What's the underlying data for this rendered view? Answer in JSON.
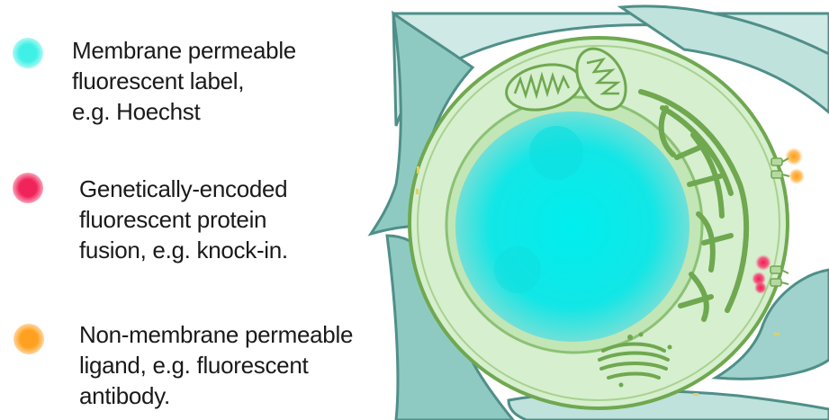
{
  "legend": [
    {
      "lines": [
        "Membrane permeable",
        "fluorescent label,",
        "e.g. Hoechst"
      ],
      "color": "#3ff0e6"
    },
    {
      "lines": [
        "Genetically-encoded",
        "fluorescent protein",
        "fusion, e.g. knock-in."
      ],
      "color": "#f0245a"
    },
    {
      "lines": [
        "Non-membrane permeable",
        "ligand, e.g. fluorescent",
        "antibody."
      ],
      "color": "#ffa01e"
    }
  ],
  "colors": {
    "cytoplasm": "#d6efcf",
    "membrane": "#6fa84f",
    "organelle": "#75ad52",
    "nucleus": "#00e8e8",
    "extracellular": "#9fd2cc",
    "neighbor_cell": "#7fc4bb"
  }
}
